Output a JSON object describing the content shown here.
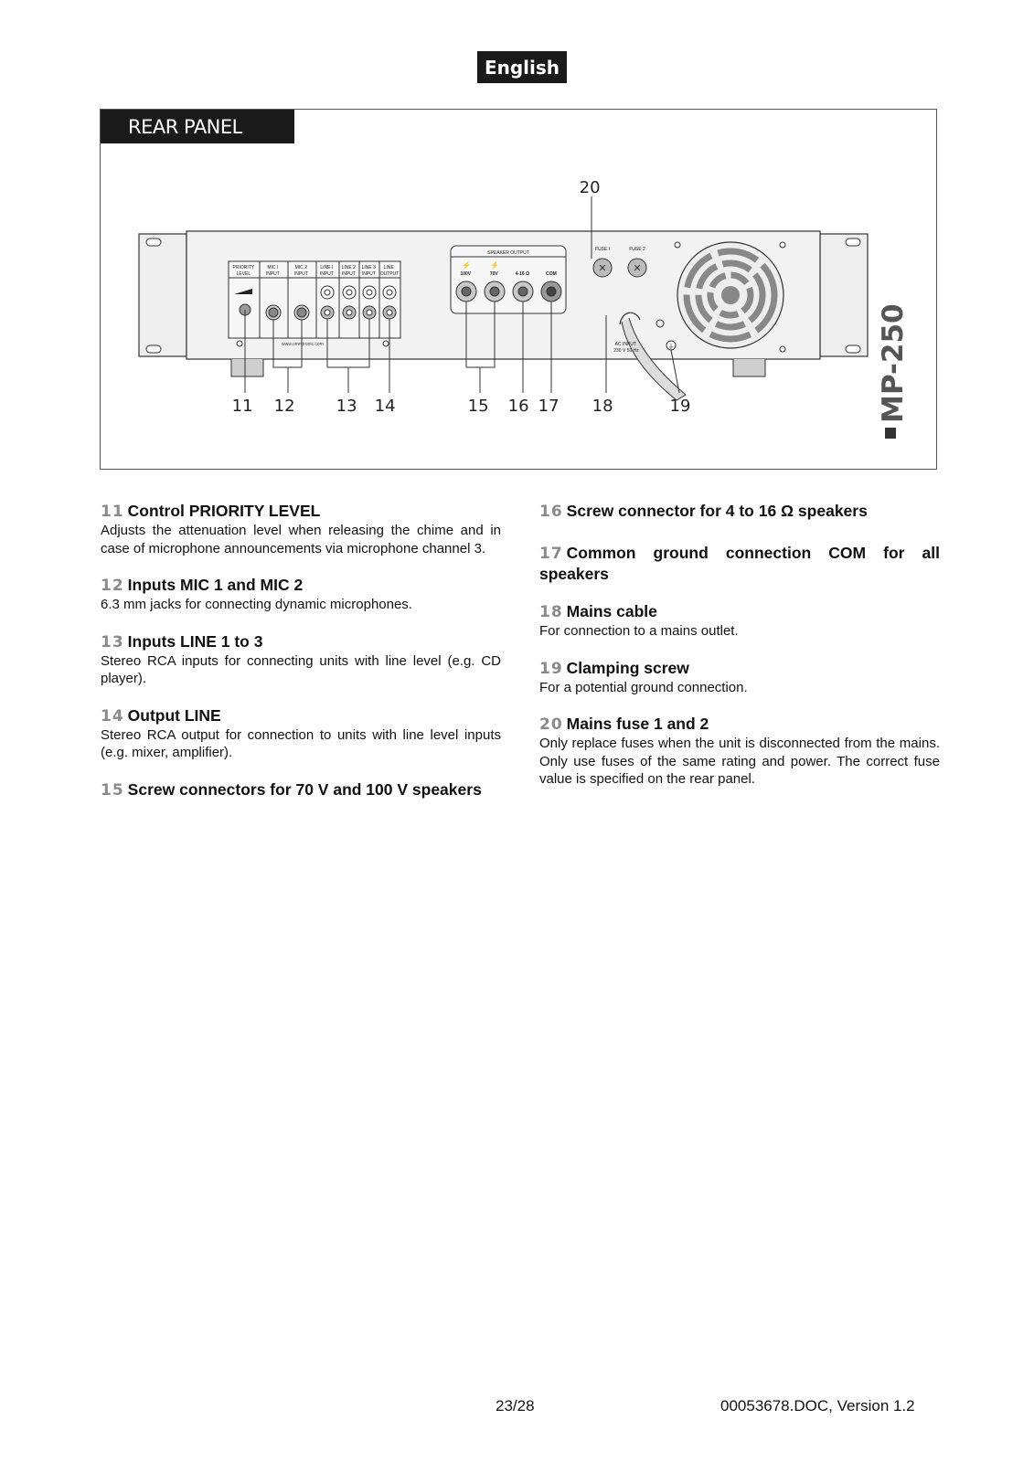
{
  "language": "English",
  "figure": {
    "title": "REAR PANEL",
    "model": "MP-250",
    "callouts": [
      "11",
      "12",
      "13",
      "14",
      "15",
      "16",
      "17",
      "18",
      "19",
      "20"
    ],
    "panel_labels": {
      "priority": [
        "PRIORITY",
        "LEVEL"
      ],
      "mic1": [
        "MIC I",
        "INPUT"
      ],
      "mic2": [
        "MIC 2",
        "INPUT"
      ],
      "line1": [
        "LINE I",
        "INPUT"
      ],
      "line2": [
        "LINE 2",
        "INPUT"
      ],
      "line3": [
        "LINE 3",
        "INPUT"
      ],
      "lineout": [
        "LINE",
        "OUTPUT"
      ],
      "speaker_output": "SPEAKER OUTPUT",
      "terminals": [
        "100V",
        "70V",
        "4-16 Ω",
        "COM"
      ],
      "fuse1": "FUSE I",
      "fuse2": "FUSE 2",
      "ac_input": [
        "AC INPUT",
        "230 V 50 Hz"
      ],
      "website": "www.omnitronic.com"
    }
  },
  "items_left": [
    {
      "num": "11",
      "title": "Control PRIORITY LEVEL",
      "body": "Adjusts the attenuation level when releasing the chime and in case of microphone announcements via microphone channel 3."
    },
    {
      "num": "12",
      "title": "Inputs MIC 1 and MIC 2",
      "body": "6.3 mm jacks for connecting dynamic microphones."
    },
    {
      "num": "13",
      "title": "Inputs LINE 1 to 3",
      "body": "Stereo RCA inputs for connecting units with line level (e.g. CD player)."
    },
    {
      "num": "14",
      "title": "Output LINE",
      "body": "Stereo RCA output for connection to units with line level inputs (e.g. mixer, amplifier)."
    },
    {
      "num": "15",
      "title": "Screw connectors for 70 V and 100 V speakers",
      "body": ""
    }
  ],
  "items_right": [
    {
      "num": "16",
      "title": "Screw connector for 4 to 16 Ω speakers",
      "body": ""
    },
    {
      "num": "17",
      "title": "Common ground connection COM for all speakers",
      "body": ""
    },
    {
      "num": "18",
      "title": "Mains cable",
      "body": "For connection to a mains outlet."
    },
    {
      "num": "19",
      "title": "Clamping screw",
      "body": "For a potential ground connection."
    },
    {
      "num": "20",
      "title": "Mains fuse 1 and 2",
      "body": "Only replace fuses when the unit is disconnected from the mains. Only use fuses of the same rating and power. The correct fuse value is specified on the rear panel."
    }
  ],
  "footer": {
    "page": "23/28",
    "doc": "00053678.DOC, Version 1.2"
  }
}
